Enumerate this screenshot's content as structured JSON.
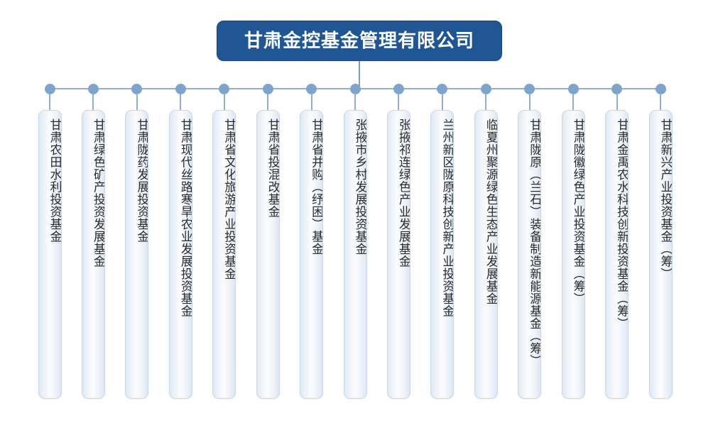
{
  "chart": {
    "type": "org-chart",
    "root": {
      "label": "甘肃金控基金管理有限公司"
    },
    "colors": {
      "root_fill": "#1F5693",
      "root_text": "#FFFFFF",
      "connector": "#8FB0CE",
      "node_dot": "#7FA4CB",
      "card_border": "#CCD7E6",
      "card_text": "#2B2B2B",
      "background": "#FFFFFF"
    },
    "children": [
      {
        "label": "甘肃农田水利投资基金"
      },
      {
        "label": "甘肃绿色矿产投资发展基金"
      },
      {
        "label": "甘肃陇药发展投资基金"
      },
      {
        "label": "甘肃现代丝路寒旱农业发展投资基金"
      },
      {
        "label": "甘肃省文化旅游产业投资基金"
      },
      {
        "label": "甘肃省投混改基金"
      },
      {
        "label": "甘肃省并购（纾困）基金"
      },
      {
        "label": "张掖市乡村发展投资基金"
      },
      {
        "label": "张掖祁连绿色产业发展基金"
      },
      {
        "label": "兰州新区陇原科技创新产业投资基金"
      },
      {
        "label": "临夏州聚源绿色生态产业发展基金"
      },
      {
        "label": "甘肃陇原（兰石）装备制造新能源基金（筹）"
      },
      {
        "label": "甘肃陇徽绿色产业投资基金（筹）"
      },
      {
        "label": "甘肃金禹农水科技创新投资基金（筹）"
      },
      {
        "label": "甘肃新兴产业投资基金（筹）"
      }
    ]
  }
}
